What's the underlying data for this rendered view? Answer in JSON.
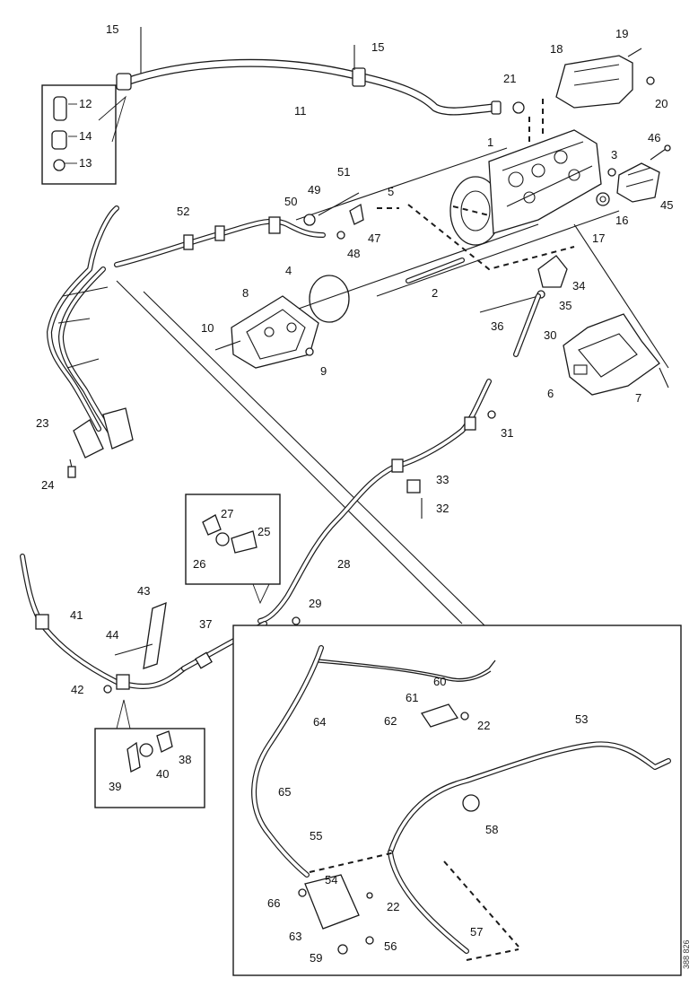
{
  "diagram": {
    "type": "exploded-parts-diagram",
    "doc_ref": "388 826",
    "callouts": [
      "1",
      "2",
      "3",
      "4",
      "5",
      "6",
      "7",
      "8",
      "9",
      "10",
      "11",
      "12",
      "13",
      "14",
      "15",
      "15",
      "16",
      "17",
      "18",
      "19",
      "20",
      "21",
      "22",
      "22",
      "23",
      "24",
      "25",
      "26",
      "27",
      "28",
      "29",
      "30",
      "31",
      "32",
      "33",
      "34",
      "35",
      "36",
      "37",
      "38",
      "39",
      "40",
      "41",
      "42",
      "43",
      "44",
      "45",
      "46",
      "47",
      "48",
      "49",
      "50",
      "51",
      "52",
      "53",
      "54",
      "55",
      "56",
      "57",
      "58",
      "59",
      "60",
      "61",
      "62",
      "63",
      "64",
      "65",
      "66"
    ]
  },
  "colors": {
    "line": "#1a1a1a",
    "background": "#ffffff"
  }
}
